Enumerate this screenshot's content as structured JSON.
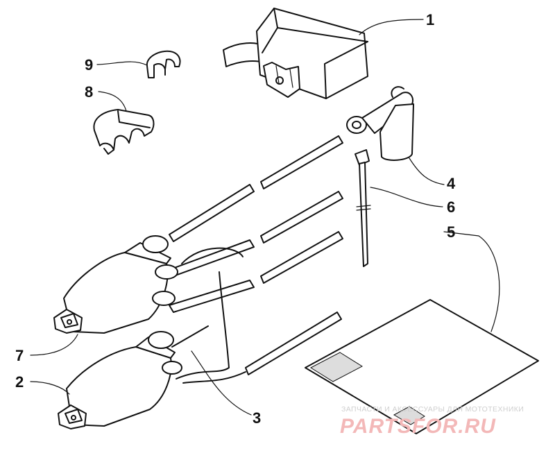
{
  "callouts": [
    "1",
    "2",
    "3",
    "4",
    "5",
    "6",
    "7",
    "8",
    "9"
  ],
  "watermark": {
    "tagline": "ЗАПЧАСТИ И АКСЕССУАРЫ ДЛЯ МОТОТЕХНИКИ",
    "brand": "PARTSFOR.RU"
  },
  "colors": {
    "line": "#111111",
    "watermark_brand": "#f3b8b8",
    "watermark_tagline": "#cfcfcf"
  }
}
